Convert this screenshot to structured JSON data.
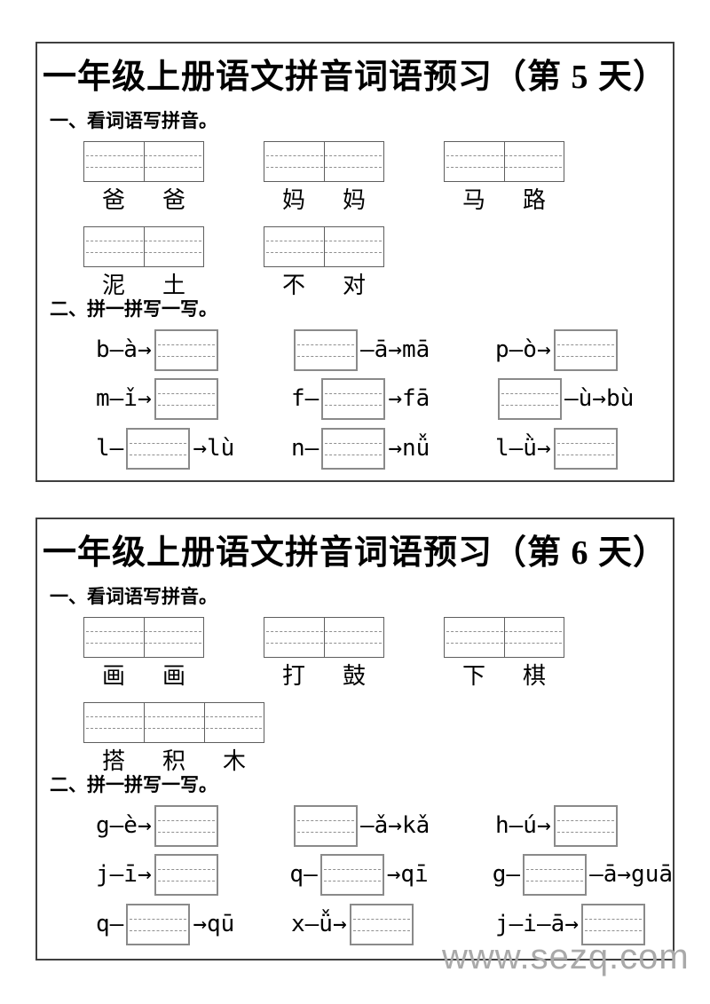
{
  "watermark": "www.sezq.com",
  "colors": {
    "panel_border": "#3f3f3f",
    "word_box_border": "#5e5e5e",
    "answer_box_border": "#8a8a8a",
    "dashed_line": "#8f8f8f",
    "watermark_gray": "#a9a9a9"
  },
  "sections": [
    {
      "title": "一年级上册语文拼音词语预习（第 5 天）",
      "part1_heading": "一、看词语写拼音。",
      "part2_heading": "二、拼一拼写一写。",
      "word_rows": [
        [
          {
            "chars": [
              "爸",
              "爸"
            ]
          },
          {
            "chars": [
              "妈",
              "妈"
            ]
          },
          {
            "chars": [
              "马",
              "路"
            ]
          }
        ],
        [
          {
            "chars": [
              "泥",
              "土"
            ]
          },
          {
            "chars": [
              "不",
              "对"
            ]
          }
        ]
      ],
      "exercise_rows": [
        [
          {
            "pre": "b—à→",
            "post": ""
          },
          {
            "pre": "",
            "post": "—ā→mā"
          },
          {
            "pre": "p—ò→",
            "post": ""
          }
        ],
        [
          {
            "pre": "m—ǐ→",
            "post": ""
          },
          {
            "pre": "f—",
            "post": "→fā"
          },
          {
            "pre": "",
            "post": "—ù→bù"
          }
        ],
        [
          {
            "pre": "l—",
            "post": "→lù"
          },
          {
            "pre": "n—",
            "post": "→nǚ"
          },
          {
            "pre": "l—ǜ→",
            "post": ""
          }
        ]
      ]
    },
    {
      "title": "一年级上册语文拼音词语预习（第 6 天）",
      "part1_heading": "一、看词语写拼音。",
      "part2_heading": "二、拼一拼写一写。",
      "word_rows": [
        [
          {
            "chars": [
              "画",
              "画"
            ]
          },
          {
            "chars": [
              "打",
              "鼓"
            ]
          },
          {
            "chars": [
              "下",
              "棋"
            ]
          }
        ],
        [
          {
            "chars": [
              "搭",
              "积",
              "木"
            ]
          }
        ]
      ],
      "exercise_rows": [
        [
          {
            "pre": "g—è→",
            "post": ""
          },
          {
            "pre": "",
            "post": "—ǎ→kǎ"
          },
          {
            "pre": "h—ú→",
            "post": ""
          }
        ],
        [
          {
            "pre": "j—ī→",
            "post": ""
          },
          {
            "pre": "q—",
            "post": "→qī"
          },
          {
            "pre": "g—",
            "post": "—ā→guā"
          }
        ],
        [
          {
            "pre": "q—",
            "post": "→qū"
          },
          {
            "pre": "x—ǚ→",
            "post": ""
          },
          {
            "pre": "j—i—ā→",
            "post": ""
          }
        ]
      ]
    }
  ]
}
